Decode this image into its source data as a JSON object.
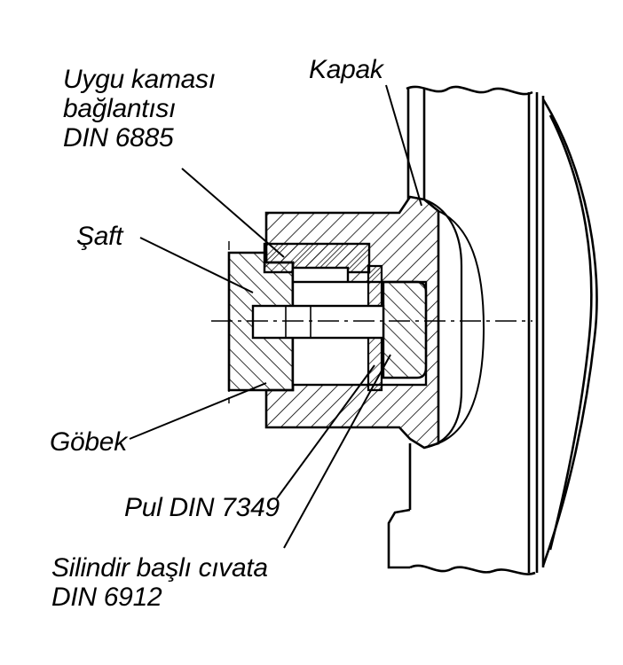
{
  "labels": {
    "key_connection": [
      "Uygu kaması",
      "bağlantısı",
      "DIN 6885"
    ],
    "cover": "Kapak",
    "shaft": "Şaft",
    "hub": "Göbek",
    "washer": "Pul DIN 7349",
    "screw": [
      "Silindir başlı cıvata",
      "DIN 6912"
    ]
  },
  "colors": {
    "ink": "#000000",
    "paper": "#ffffff"
  }
}
